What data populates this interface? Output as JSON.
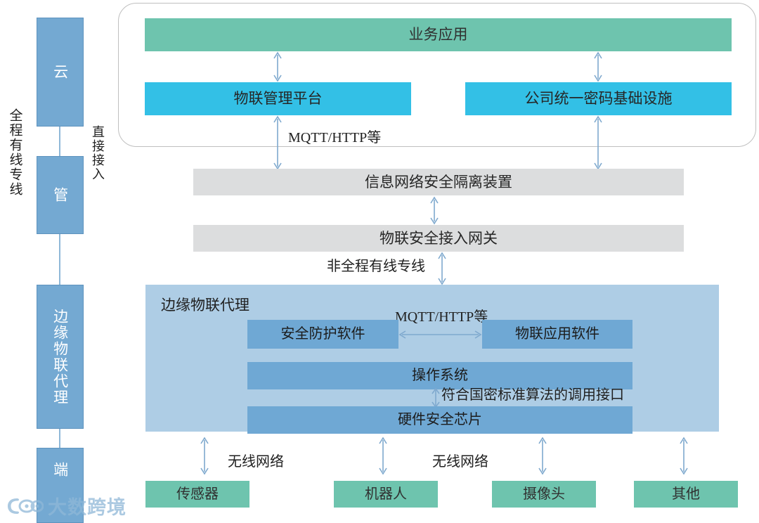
{
  "diagram": {
    "title_hidden": "",
    "colors": {
      "green": "#6EC4AE",
      "cyan": "#33C0E6",
      "gray": "#DCDDDE",
      "steel_blue": "#74A9D2",
      "mid_blue": "#6FA8D4",
      "pale_blue": "#AECDE5",
      "arrow": "#7FA9CE",
      "frame_border": "#BFBFBF"
    }
  },
  "sidebar": {
    "left_label": "全程有线专线",
    "right_label": "直接接入",
    "items": [
      {
        "label": "云"
      },
      {
        "label": "管"
      },
      {
        "label": "边缘物联代理"
      },
      {
        "label": "端"
      }
    ]
  },
  "cloud_layer": {
    "business_app": "业务应用",
    "iot_platform": "物联管理平台",
    "crypto_infra": "公司统一密码基础设施"
  },
  "network_layer": {
    "isolation_device": "信息网络安全隔离装置",
    "security_gateway": "物联安全接入网关"
  },
  "edge_agent": {
    "title": "边缘物联代理",
    "security_software": "安全防护软件",
    "iot_app_software": "物联应用软件",
    "operating_system": "操作系统",
    "hardware_chip": "硬件安全芯片"
  },
  "devices": [
    {
      "label": "传感器"
    },
    {
      "label": "机器人"
    },
    {
      "label": "摄像头"
    },
    {
      "label": "其他"
    }
  ],
  "annotations": {
    "mqtt_top": "MQTT/HTTP等",
    "mqtt_edge": "MQTT/HTTP等",
    "non_full_line": "非全程有线专线",
    "gm_interface": "符合国密标准算法的调用接口",
    "wireless_left": "无线网络",
    "wireless_right": "无线网络"
  },
  "watermark": {
    "text": "大数跨境"
  }
}
